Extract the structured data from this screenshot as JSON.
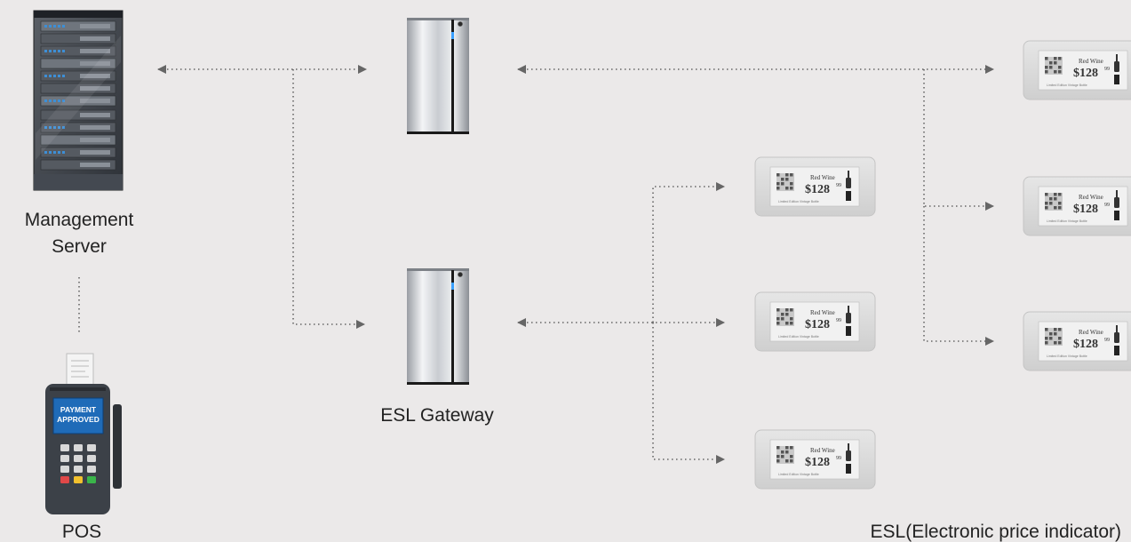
{
  "nodes": {
    "management_server": {
      "line1": "Management",
      "line2": "Server"
    },
    "pos": {
      "label": "POS",
      "screen_line1": "PAYMENT",
      "screen_line2": "APPROVED"
    },
    "esl_gateway": {
      "label": "ESL Gateway"
    },
    "esl_group": {
      "label": "ESL(Electronic price indicator)"
    }
  },
  "esl_tag": {
    "brand": "Red Wine",
    "price": "$128",
    "price_cents": "99",
    "fine_print": "Limited Edition Vintage Bottle"
  },
  "colors": {
    "background": "#ebe9e9",
    "connector": "#666666",
    "pos_screen": "#1f6bb8"
  },
  "icons": [
    "server-rack-icon",
    "gateway-tower-icon",
    "esl-tag-icon",
    "pos-terminal-icon",
    "arrow-head-icon"
  ]
}
